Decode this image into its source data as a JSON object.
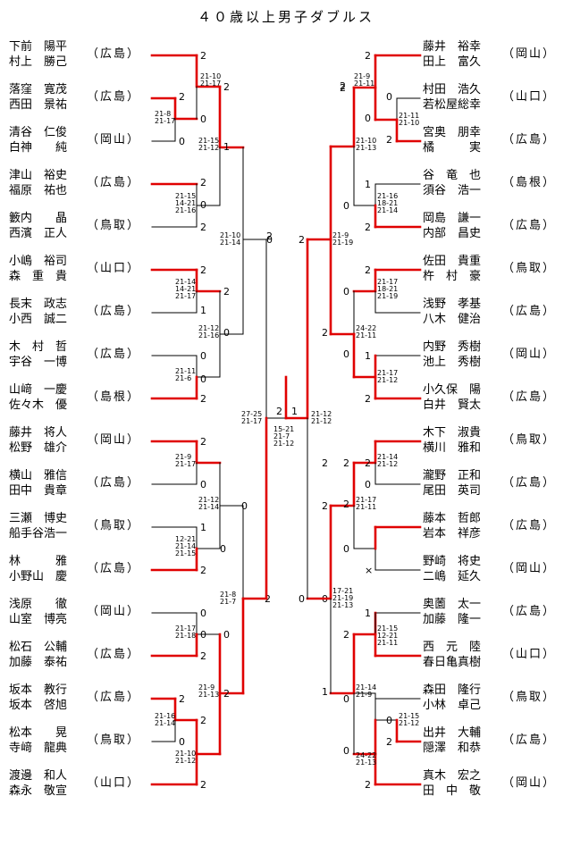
{
  "title": "４０歳以上男子ダブルス",
  "left_teams": [
    {
      "p1": "下前　陽平",
      "p2": "村上　勝己",
      "pref": "（広島）"
    },
    {
      "p1": "落窪　寛茂",
      "p2": "西田　景祐",
      "pref": "（広島）"
    },
    {
      "p1": "清谷　仁俊",
      "p2": "白神　　純",
      "pref": "（岡山）"
    },
    {
      "p1": "津山　裕史",
      "p2": "福原　祐也",
      "pref": "（広島）"
    },
    {
      "p1": "籔内　　晶",
      "p2": "西濱　正人",
      "pref": "（鳥取）"
    },
    {
      "p1": "小嶋　裕司",
      "p2": "森　重　貴",
      "pref": "（山口）"
    },
    {
      "p1": "長末　政志",
      "p2": "小西　誠二",
      "pref": "（広島）"
    },
    {
      "p1": "木　村　哲",
      "p2": "宇谷　一博",
      "pref": "（広島）"
    },
    {
      "p1": "山﨑　一慶",
      "p2": "佐々木　優",
      "pref": "（島根）"
    },
    {
      "p1": "藤井　将人",
      "p2": "松野　雄介",
      "pref": "（岡山）"
    },
    {
      "p1": "横山　雅信",
      "p2": "田中　貴章",
      "pref": "（広島）"
    },
    {
      "p1": "三瀬　博史",
      "p2": "船手谷浩一",
      "pref": "（鳥取）"
    },
    {
      "p1": "林　　　雅",
      "p2": "小野山　慶",
      "pref": "（広島）"
    },
    {
      "p1": "浅原　　徹",
      "p2": "山室　博亮",
      "pref": "（岡山）"
    },
    {
      "p1": "松石　公輔",
      "p2": "加藤　泰祐",
      "pref": "（広島）"
    },
    {
      "p1": "坂本　教行",
      "p2": "坂本　啓旭",
      "pref": "（広島）"
    },
    {
      "p1": "松本　　晃",
      "p2": "寺﨑　龍典",
      "pref": "（鳥取）"
    },
    {
      "p1": "渡邊　和人",
      "p2": "森永　敬宣",
      "pref": "（山口）"
    }
  ],
  "right_teams": [
    {
      "p1": "藤井　裕幸",
      "p2": "田上　富久",
      "pref": "（岡山）"
    },
    {
      "p1": "村田　浩久",
      "p2": "若松屋総幸",
      "pref": "（山口）"
    },
    {
      "p1": "宮奥　朋幸",
      "p2": "橘　　　実",
      "pref": "（広島）"
    },
    {
      "p1": "谷　竜　也",
      "p2": "須谷　浩一",
      "pref": "（島根）"
    },
    {
      "p1": "岡島　謙一",
      "p2": "内部　昌史",
      "pref": "（広島）"
    },
    {
      "p1": "佐田　貴重",
      "p2": "杵　村　豪",
      "pref": "（鳥取）"
    },
    {
      "p1": "浅野　孝基",
      "p2": "八木　健治",
      "pref": "（広島）"
    },
    {
      "p1": "内野　秀樹",
      "p2": "池上　秀樹",
      "pref": "（岡山）"
    },
    {
      "p1": "小久保　陽",
      "p2": "白井　賢太",
      "pref": "（広島）"
    },
    {
      "p1": "木下　淑貴",
      "p2": "横川　雅和",
      "pref": "（鳥取）"
    },
    {
      "p1": "瀧野　正和",
      "p2": "尾田　英司",
      "pref": "（広島）"
    },
    {
      "p1": "藤本　哲郎",
      "p2": "岩本　祥彦",
      "pref": "（広島）"
    },
    {
      "p1": "野崎　将史",
      "p2": "二嶋　延久",
      "pref": "（岡山）"
    },
    {
      "p1": "奥薗　太一",
      "p2": "加藤　隆一",
      "pref": "（広島）"
    },
    {
      "p1": "西　元　陸",
      "p2": "春日亀真樹",
      "pref": "（山口）"
    },
    {
      "p1": "森田　隆行",
      "p2": "小林　卓己",
      "pref": "（鳥取）"
    },
    {
      "p1": "出井　大輔",
      "p2": "隠澤　和恭",
      "pref": "（広島）"
    },
    {
      "p1": "真木　宏之",
      "p2": "田　中　敬",
      "pref": "（岡山）"
    }
  ],
  "game_scores": [
    {
      "id": "l1",
      "value": "2"
    },
    {
      "id": "l2",
      "value": "2"
    },
    {
      "id": "l3",
      "value": "0"
    },
    {
      "id": "l4",
      "value": "0"
    },
    {
      "id": "l5",
      "value": "2"
    },
    {
      "id": "l6",
      "value": "2"
    },
    {
      "id": "l7",
      "value": "0"
    },
    {
      "id": "l8",
      "value": "2"
    },
    {
      "id": "l9",
      "value": "1"
    },
    {
      "id": "l10",
      "value": "2"
    },
    {
      "id": "l11",
      "value": "1"
    },
    {
      "id": "l12",
      "value": "2"
    },
    {
      "id": "l13",
      "value": "0"
    },
    {
      "id": "l14",
      "value": "0"
    },
    {
      "id": "l15",
      "value": "0"
    },
    {
      "id": "l16",
      "value": "2"
    },
    {
      "id": "l17",
      "value": "0"
    },
    {
      "id": "l18",
      "value": "2"
    },
    {
      "id": "l19",
      "value": "0"
    },
    {
      "id": "l20",
      "value": "0"
    },
    {
      "id": "l21",
      "value": "2"
    },
    {
      "id": "l22",
      "value": "1"
    },
    {
      "id": "l23",
      "value": "0"
    },
    {
      "id": "l24",
      "value": "0"
    },
    {
      "id": "l25",
      "value": "2"
    },
    {
      "id": "l26",
      "value": "0"
    },
    {
      "id": "l27",
      "value": "2"
    },
    {
      "id": "l28",
      "value": "0"
    },
    {
      "id": "l29",
      "value": "2"
    },
    {
      "id": "l30",
      "value": "2"
    },
    {
      "id": "l31",
      "value": "2"
    },
    {
      "id": "l32",
      "value": "0"
    },
    {
      "id": "l33",
      "value": "2"
    },
    {
      "id": "l34",
      "value": "2"
    },
    {
      "id": "r1",
      "value": "2"
    },
    {
      "id": "r2",
      "value": "0"
    },
    {
      "id": "r3",
      "value": "2"
    },
    {
      "id": "r4",
      "value": "0"
    },
    {
      "id": "r5",
      "value": "2"
    },
    {
      "id": "r6",
      "value": "1"
    },
    {
      "id": "r7",
      "value": "0"
    },
    {
      "id": "r8",
      "value": "2"
    },
    {
      "id": "r9",
      "value": "2"
    },
    {
      "id": "r10",
      "value": "2"
    },
    {
      "id": "r11",
      "value": "0"
    },
    {
      "id": "r12",
      "value": "1"
    },
    {
      "id": "r13",
      "value": "0"
    },
    {
      "id": "r14",
      "value": "2"
    },
    {
      "id": "r15",
      "value": "2"
    },
    {
      "id": "r16",
      "value": "2"
    },
    {
      "id": "r17",
      "value": "2"
    },
    {
      "id": "r18",
      "value": "0"
    },
    {
      "id": "r19",
      "value": "0"
    },
    {
      "id": "r20",
      "value": "2"
    },
    {
      "id": "r21",
      "value": "×"
    },
    {
      "id": "r22",
      "value": "0"
    },
    {
      "id": "r23",
      "value": "1"
    },
    {
      "id": "r24",
      "value": "2"
    },
    {
      "id": "r25",
      "value": "2"
    },
    {
      "id": "r26",
      "value": "0"
    },
    {
      "id": "r27",
      "value": "1"
    },
    {
      "id": "r28",
      "value": "2"
    },
    {
      "id": "r29",
      "value": "0"
    },
    {
      "id": "r30",
      "value": "0"
    },
    {
      "id": "r31",
      "value": "2"
    },
    {
      "id": "r32",
      "value": "2"
    },
    {
      "id": "r33",
      "value": "2"
    },
    {
      "id": "r34",
      "value": "0"
    },
    {
      "id": "f1",
      "value": "2"
    },
    {
      "id": "f2",
      "value": "1"
    }
  ],
  "set_scores": [
    {
      "id": "a1",
      "lines": [
        "21-10",
        "21-17"
      ]
    },
    {
      "id": "a2",
      "lines": [
        "21-8",
        "21-17"
      ]
    },
    {
      "id": "a3",
      "lines": [
        "21-15",
        "21-12"
      ]
    },
    {
      "id": "a4",
      "lines": [
        "21-15",
        "14-21",
        "21-16"
      ]
    },
    {
      "id": "a5",
      "lines": [
        "21-10",
        "21-14"
      ]
    },
    {
      "id": "a6",
      "lines": [
        "21-14",
        "14-21",
        "21-17"
      ]
    },
    {
      "id": "a7",
      "lines": [
        "21-12",
        "21-16"
      ]
    },
    {
      "id": "a8",
      "lines": [
        "21-11",
        "21-6"
      ]
    },
    {
      "id": "a9",
      "lines": [
        "27-25",
        "21-17"
      ]
    },
    {
      "id": "a10",
      "lines": [
        "21-9",
        "21-17"
      ]
    },
    {
      "id": "a11",
      "lines": [
        "21-12",
        "21-14"
      ]
    },
    {
      "id": "a12",
      "lines": [
        "12-21",
        "21-14",
        "21-15"
      ]
    },
    {
      "id": "a13",
      "lines": [
        "21-8",
        "21-7"
      ]
    },
    {
      "id": "a14",
      "lines": [
        "21-17",
        "21-18"
      ]
    },
    {
      "id": "a15",
      "lines": [
        "21-9",
        "21-13"
      ]
    },
    {
      "id": "a16",
      "lines": [
        "21-16",
        "21-14"
      ]
    },
    {
      "id": "a17",
      "lines": [
        "21-10",
        "21-12"
      ]
    },
    {
      "id": "b1",
      "lines": [
        "21-9",
        "21-11"
      ]
    },
    {
      "id": "b2",
      "lines": [
        "21-11",
        "21-10"
      ]
    },
    {
      "id": "b3",
      "lines": [
        "21-10",
        "21-13"
      ]
    },
    {
      "id": "b4",
      "lines": [
        "21-16",
        "18-21",
        "21-14"
      ]
    },
    {
      "id": "b5",
      "lines": [
        "21-9",
        "21-19"
      ]
    },
    {
      "id": "b6",
      "lines": [
        "21-17",
        "18-21",
        "21-19"
      ]
    },
    {
      "id": "b7",
      "lines": [
        "24-22",
        "21-11"
      ]
    },
    {
      "id": "b8",
      "lines": [
        "21-17",
        "21-12"
      ]
    },
    {
      "id": "b9",
      "lines": [
        "21-12",
        "21-12"
      ]
    },
    {
      "id": "b10",
      "lines": [
        "21-14",
        "21-12"
      ]
    },
    {
      "id": "b11",
      "lines": [
        "21-17",
        "21-11"
      ]
    },
    {
      "id": "b12",
      "lines": [
        "17-21",
        "21-19",
        "21-13"
      ]
    },
    {
      "id": "b13",
      "lines": [
        "21-15",
        "12-21",
        "21-11"
      ]
    },
    {
      "id": "b14",
      "lines": [
        "21-14",
        "21-9"
      ]
    },
    {
      "id": "b15",
      "lines": [
        "21-15",
        "21-12"
      ]
    },
    {
      "id": "b16",
      "lines": [
        "24-22",
        "21-13"
      ]
    },
    {
      "id": "fin",
      "lines": [
        "15-21",
        "21-7",
        "21-12"
      ]
    }
  ],
  "colors": {
    "win_line": "#e00000",
    "line": "#000000"
  }
}
